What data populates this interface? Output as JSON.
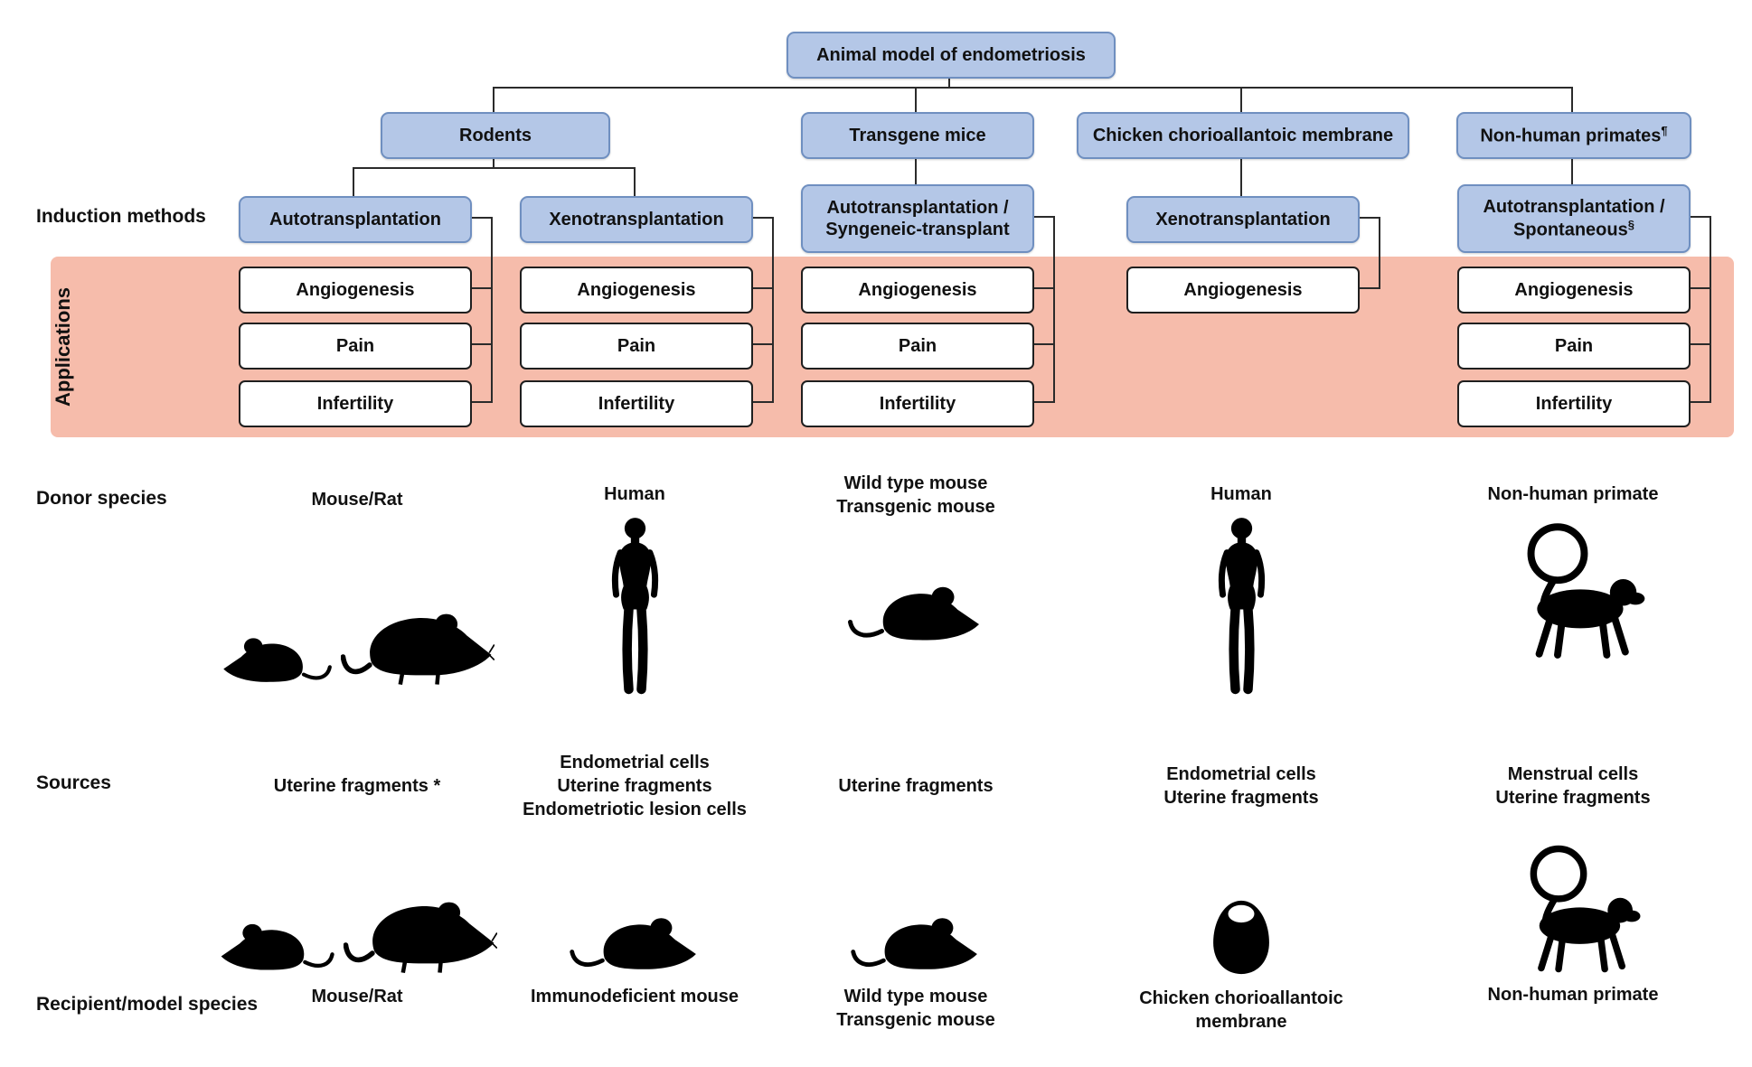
{
  "root": {
    "label": "Animal model of endometriosis"
  },
  "row_labels": {
    "induction_methods": "Induction methods",
    "applications": "Applications",
    "donor_species": "Donor species",
    "sources": "Sources",
    "recipient_model_species": "Recipient/model species"
  },
  "models": [
    {
      "label": "Rodents",
      "sup": ""
    },
    {
      "label": "Transgene mice",
      "sup": ""
    },
    {
      "label": "Chicken chorioallantoic membrane",
      "sup": ""
    },
    {
      "label": "Non-human primates",
      "sup": "¶"
    }
  ],
  "columns": [
    {
      "induction": {
        "lines": [
          "Autotransplantation"
        ],
        "sup": ""
      },
      "applications": [
        "Angiogenesis",
        "Pain",
        "Infertility"
      ],
      "donor": {
        "label": "Mouse/Rat",
        "icons": [
          "mouse-icon",
          "rat-icon"
        ]
      },
      "sources": "Uterine fragments *",
      "recipient": {
        "label": "Mouse/Rat",
        "icons": [
          "mouse-icon",
          "rat-icon"
        ]
      }
    },
    {
      "induction": {
        "lines": [
          "Xenotransplantation"
        ],
        "sup": ""
      },
      "applications": [
        "Angiogenesis",
        "Pain",
        "Infertility"
      ],
      "donor": {
        "label": "Human",
        "icons": [
          "human-icon"
        ]
      },
      "sources": "Endometrial cells\nUterine fragments\nEndometriotic lesion cells",
      "recipient": {
        "label": "Immunodeficient mouse",
        "icons": [
          "mouse-icon"
        ]
      }
    },
    {
      "induction": {
        "lines": [
          "Autotransplantation /",
          "Syngeneic-transplant"
        ],
        "sup": ""
      },
      "applications": [
        "Angiogenesis",
        "Pain",
        "Infertility"
      ],
      "donor": {
        "label": "Wild type mouse\nTransgenic mouse",
        "icons": [
          "mouse-icon"
        ]
      },
      "sources": "Uterine fragments",
      "recipient": {
        "label": "Wild type mouse\nTransgenic mouse",
        "icons": [
          "mouse-icon"
        ]
      }
    },
    {
      "induction": {
        "lines": [
          "Xenotransplantation"
        ],
        "sup": ""
      },
      "applications": [
        "Angiogenesis"
      ],
      "donor": {
        "label": "Human",
        "icons": [
          "human-icon"
        ]
      },
      "sources": "Endometrial cells\nUterine fragments",
      "recipient": {
        "label": "Chicken chorioallantoic\nmembrane",
        "icons": [
          "egg-icon"
        ]
      }
    },
    {
      "induction": {
        "lines": [
          "Autotransplantation /",
          "Spontaneous"
        ],
        "sup": "§"
      },
      "applications": [
        "Angiogenesis",
        "Pain",
        "Infertility"
      ],
      "donor": {
        "label": "Non-human primate",
        "icons": [
          "monkey-icon"
        ]
      },
      "sources": "Menstrual cells\nUterine fragments",
      "recipient": {
        "label": "Non-human primate",
        "icons": [
          "monkey-icon"
        ]
      }
    }
  ],
  "colors": {
    "node_fill": "#b4c7e7",
    "node_border": "#6f8fc0",
    "applications_band": "#f6bcab",
    "connector": "#2b2b2b",
    "app_box_border": "#1f1f1f",
    "silhouette": "#000000"
  }
}
